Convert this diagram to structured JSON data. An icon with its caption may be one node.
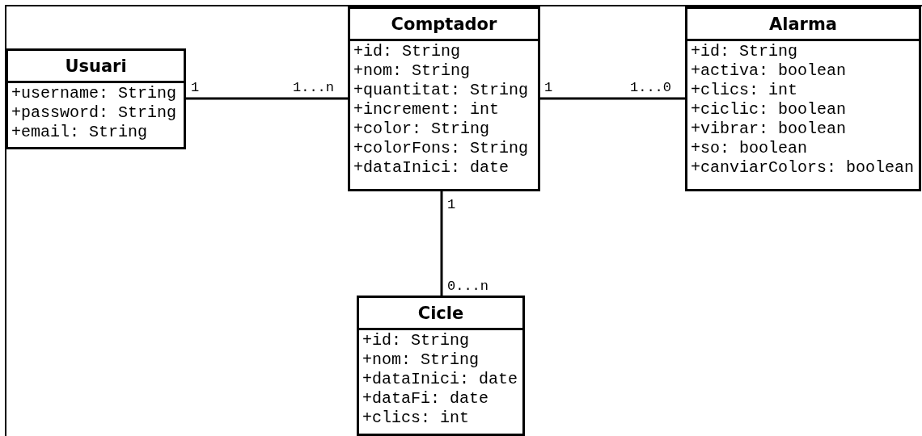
{
  "diagram": {
    "nodes": [
      {
        "text": [
          "Usuari",
          "+username: String",
          "+password: String",
          "+email: String"
        ]
      },
      {
        "text": [
          "Comptador",
          "+id: String",
          "+nom: String",
          "+quantitat: String",
          "+increment: int",
          "+color: String",
          "+colorFons: String",
          "+dataInici: date"
        ]
      },
      {
        "text": [
          "Alarma",
          "+id: String",
          "+activa: boolean",
          "+clics: int",
          "+ciclic: boolean",
          "+vibrar: boolean",
          "+so: boolean",
          "+canviarColors: boolean"
        ]
      },
      {
        "text": [
          "Cicle",
          "+id: String",
          "+nom: String",
          "+dataInici: date",
          "+dataFi: date",
          "+clics: int"
        ]
      }
    ],
    "edges": [
      {
        "from": 0,
        "to": 1,
        "arrow": "none"
      },
      {
        "from": 1,
        "to": 2,
        "arrow": "none"
      },
      {
        "from": 1,
        "to": 3,
        "arrow": "none"
      }
    ],
    "labels": [
      "1",
      "1...n",
      "1",
      "1...0",
      "1",
      "0...n"
    ]
  }
}
